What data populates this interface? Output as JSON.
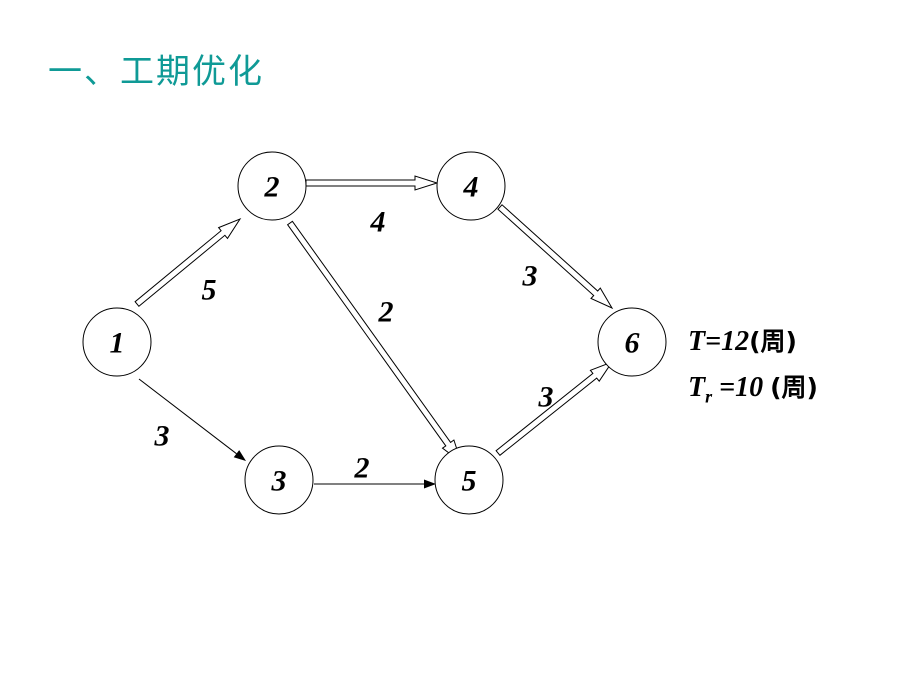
{
  "title": "一、工期优化",
  "nodes": [
    {
      "id": "1",
      "label": "1"
    },
    {
      "id": "2",
      "label": "2"
    },
    {
      "id": "3",
      "label": "3"
    },
    {
      "id": "4",
      "label": "4"
    },
    {
      "id": "5",
      "label": "5"
    },
    {
      "id": "6",
      "label": "6"
    }
  ],
  "edges": [
    {
      "from": "1",
      "to": "2",
      "duration": "5",
      "style": "hollow"
    },
    {
      "from": "1",
      "to": "3",
      "duration": "3",
      "style": "thin"
    },
    {
      "from": "2",
      "to": "4",
      "duration": "4",
      "style": "hollow"
    },
    {
      "from": "2",
      "to": "5",
      "duration": "2",
      "style": "hollow"
    },
    {
      "from": "3",
      "to": "5",
      "duration": "2",
      "style": "thin"
    },
    {
      "from": "4",
      "to": "6",
      "duration": "3",
      "style": "hollow"
    },
    {
      "from": "5",
      "to": "6",
      "duration": "3",
      "style": "hollow"
    }
  ],
  "info": {
    "t_label": "T",
    "t_value": "=12",
    "t_unit": "(周)",
    "tr_label": "T",
    "tr_sub": "r",
    "tr_value": "=10",
    "tr_unit": "(周)"
  }
}
